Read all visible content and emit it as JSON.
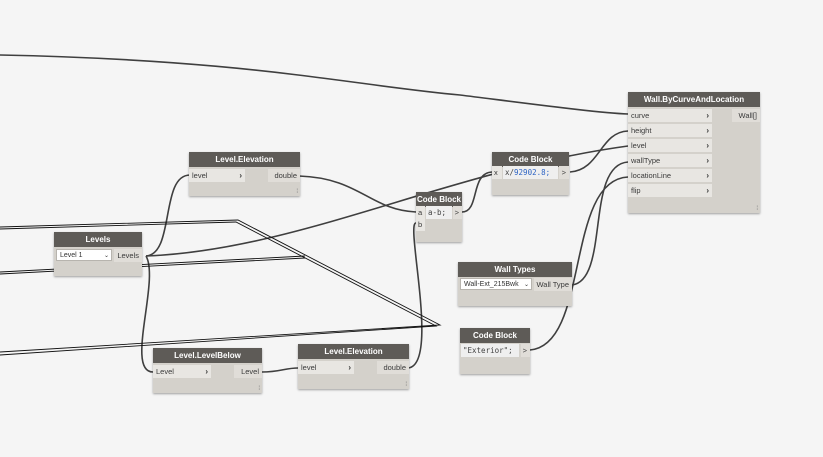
{
  "nodes": {
    "wall_by_curve": {
      "title": "Wall.ByCurveAndLocation",
      "inputs": [
        "curve",
        "height",
        "level",
        "wallType",
        "locationLine",
        "flip"
      ],
      "output": "Wall[]"
    },
    "level_elevation_top": {
      "title": "Level.Elevation",
      "input": "level",
      "output": "double"
    },
    "code_block_divide": {
      "title": "Code Block",
      "prefix": "x",
      "code_text": "x/",
      "code_number": "92902.8;",
      "output": ">"
    },
    "code_block_subtract": {
      "title": "Code Block",
      "port_a": "a",
      "port_b": "b",
      "code": "a-b;",
      "output": ">"
    },
    "levels": {
      "title": "Levels",
      "selected": "Level 1",
      "output": "Levels"
    },
    "wall_types": {
      "title": "Wall Types",
      "selected": "Wall-Ext_215Bwk",
      "output": "Wall Type"
    },
    "code_block_string": {
      "title": "Code Block",
      "code": "\"Exterior\";",
      "output": ">"
    },
    "level_below": {
      "title": "Level.LevelBelow",
      "input": "Level",
      "output": "Level"
    },
    "level_elevation_bottom": {
      "title": "Level.Elevation",
      "input": "level",
      "output": "double"
    }
  },
  "icons": {
    "port_arrow": "›",
    "lacing": "⁞"
  },
  "colors": {
    "background": "#f5f5f5",
    "node_header": "#5e5b57",
    "node_body": "#d4d1cb",
    "wire": "#3f3f3f",
    "number": "#2e64c4"
  }
}
